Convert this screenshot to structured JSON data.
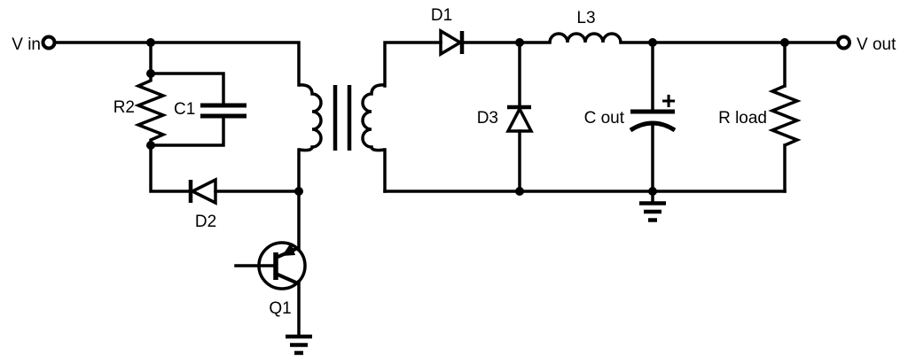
{
  "diagram": {
    "type": "circuit-schematic",
    "description": "Switching power supply (forward converter) schematic with transformer, switch transistor, rectifier and LC output filter",
    "background_color": "#ffffff",
    "line_color": "#000000",
    "labels": {
      "v_in": "V in",
      "r2": "R2",
      "c1": "C1",
      "d2": "D2",
      "q1": "Q1",
      "d1": "D1",
      "d3": "D3",
      "l3": "L3",
      "c_out": "C out",
      "c_out_polarity": "+",
      "r_load": "R load",
      "v_out": "V out"
    },
    "components": [
      {
        "label": "V in",
        "type": "input terminal"
      },
      {
        "label": "R2",
        "type": "resistor"
      },
      {
        "label": "C1",
        "type": "capacitor"
      },
      {
        "label": "D2",
        "type": "diode"
      },
      {
        "type": "transformer"
      },
      {
        "label": "Q1",
        "type": "transistor"
      },
      {
        "label": "D1",
        "type": "diode"
      },
      {
        "label": "D3",
        "type": "diode"
      },
      {
        "label": "L3",
        "type": "inductor"
      },
      {
        "label": "C out",
        "type": "polarized capacitor"
      },
      {
        "label": "R load",
        "type": "resistor"
      },
      {
        "label": "V out",
        "type": "output terminal"
      },
      {
        "type": "ground symbol",
        "count": 2
      }
    ]
  }
}
